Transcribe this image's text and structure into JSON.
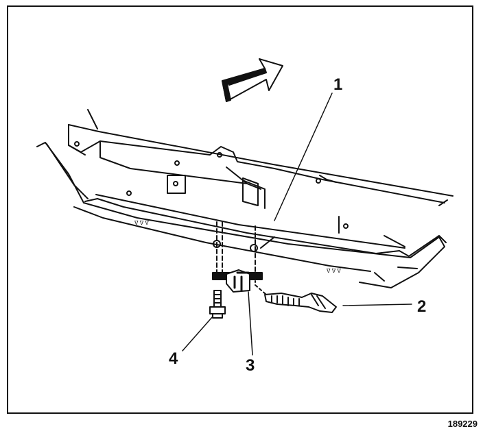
{
  "diagram": {
    "callouts": [
      {
        "id": "1",
        "label": "1"
      },
      {
        "id": "2",
        "label": "2"
      },
      {
        "id": "3",
        "label": "3"
      },
      {
        "id": "4",
        "label": "4"
      }
    ],
    "figure_number": "189229",
    "colors": {
      "ink": "#111111",
      "paper": "#ffffff"
    }
  }
}
